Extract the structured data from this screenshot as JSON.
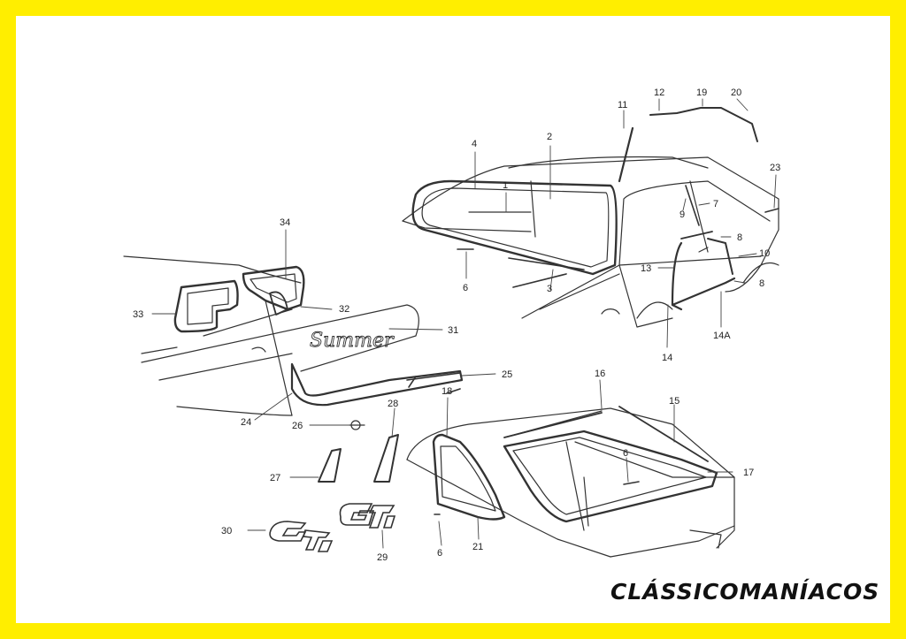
{
  "colors": {
    "frame": "#ffee00",
    "ink": "#333333"
  },
  "brand": "CLÁSSICOMANÍACOS",
  "script_badge": "Summer",
  "gti_badge": "GTi",
  "callouts": {
    "c1": "1",
    "c2": "2",
    "c3": "3",
    "c4": "4",
    "c6a": "6",
    "c6b": "6",
    "c6c": "6",
    "c7": "7",
    "c8a": "8",
    "c8b": "8",
    "c9": "9",
    "c10": "10",
    "c11": "11",
    "c12": "12",
    "c13": "13",
    "c14": "14",
    "c14a": "14A",
    "c15": "15",
    "c16": "16",
    "c17": "17",
    "c18": "18",
    "c19": "19",
    "c20": "20",
    "c21": "21",
    "c23": "23",
    "c24": "24",
    "c25": "25",
    "c26": "26",
    "c27": "27",
    "c28": "28",
    "c29": "29",
    "c30": "30",
    "c31": "31",
    "c32": "32",
    "c33": "33",
    "c34": "34"
  }
}
